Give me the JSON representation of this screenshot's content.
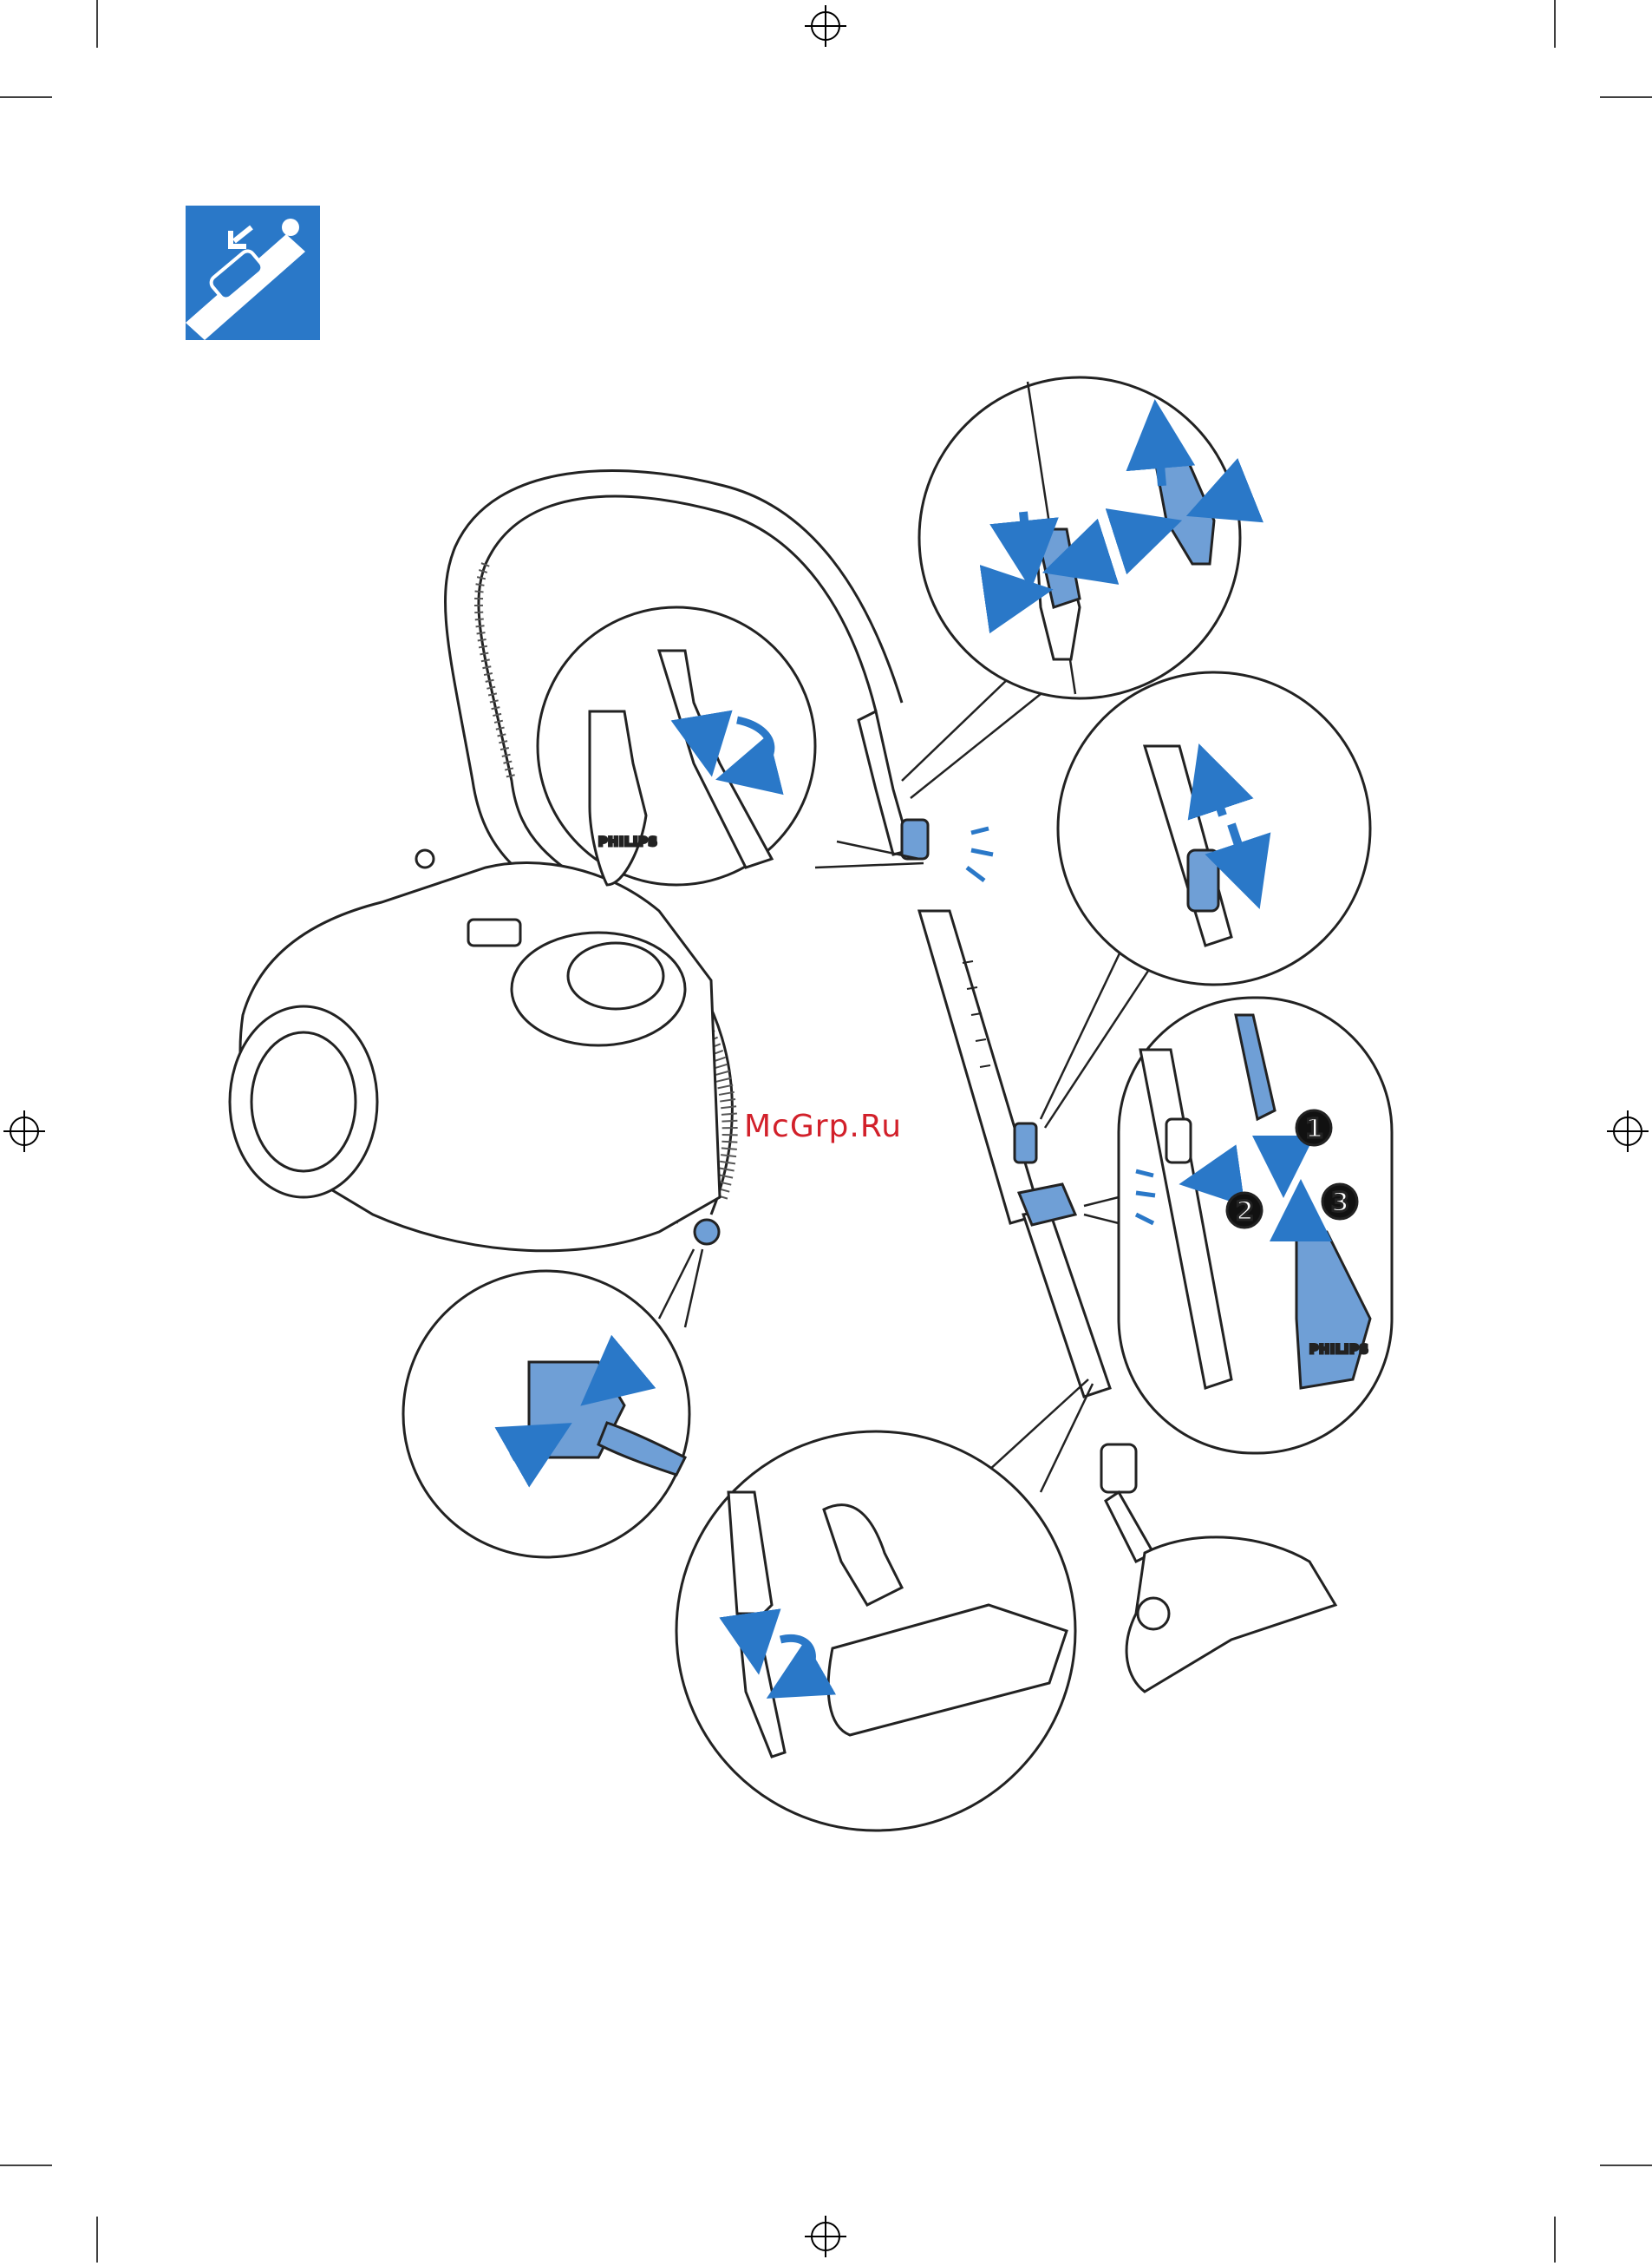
{
  "page": {
    "watermark_text": "McGrp.Ru",
    "brand_label": "PHILIPS",
    "step_labels": [
      "1",
      "2",
      "3"
    ],
    "colors": {
      "accent": "#2a78c8",
      "accent_light": "#6f9fd6",
      "line": "#222222",
      "watermark": "#d2202a"
    }
  },
  "icons": {
    "header_icon": "vacuum-assembly-icon"
  }
}
